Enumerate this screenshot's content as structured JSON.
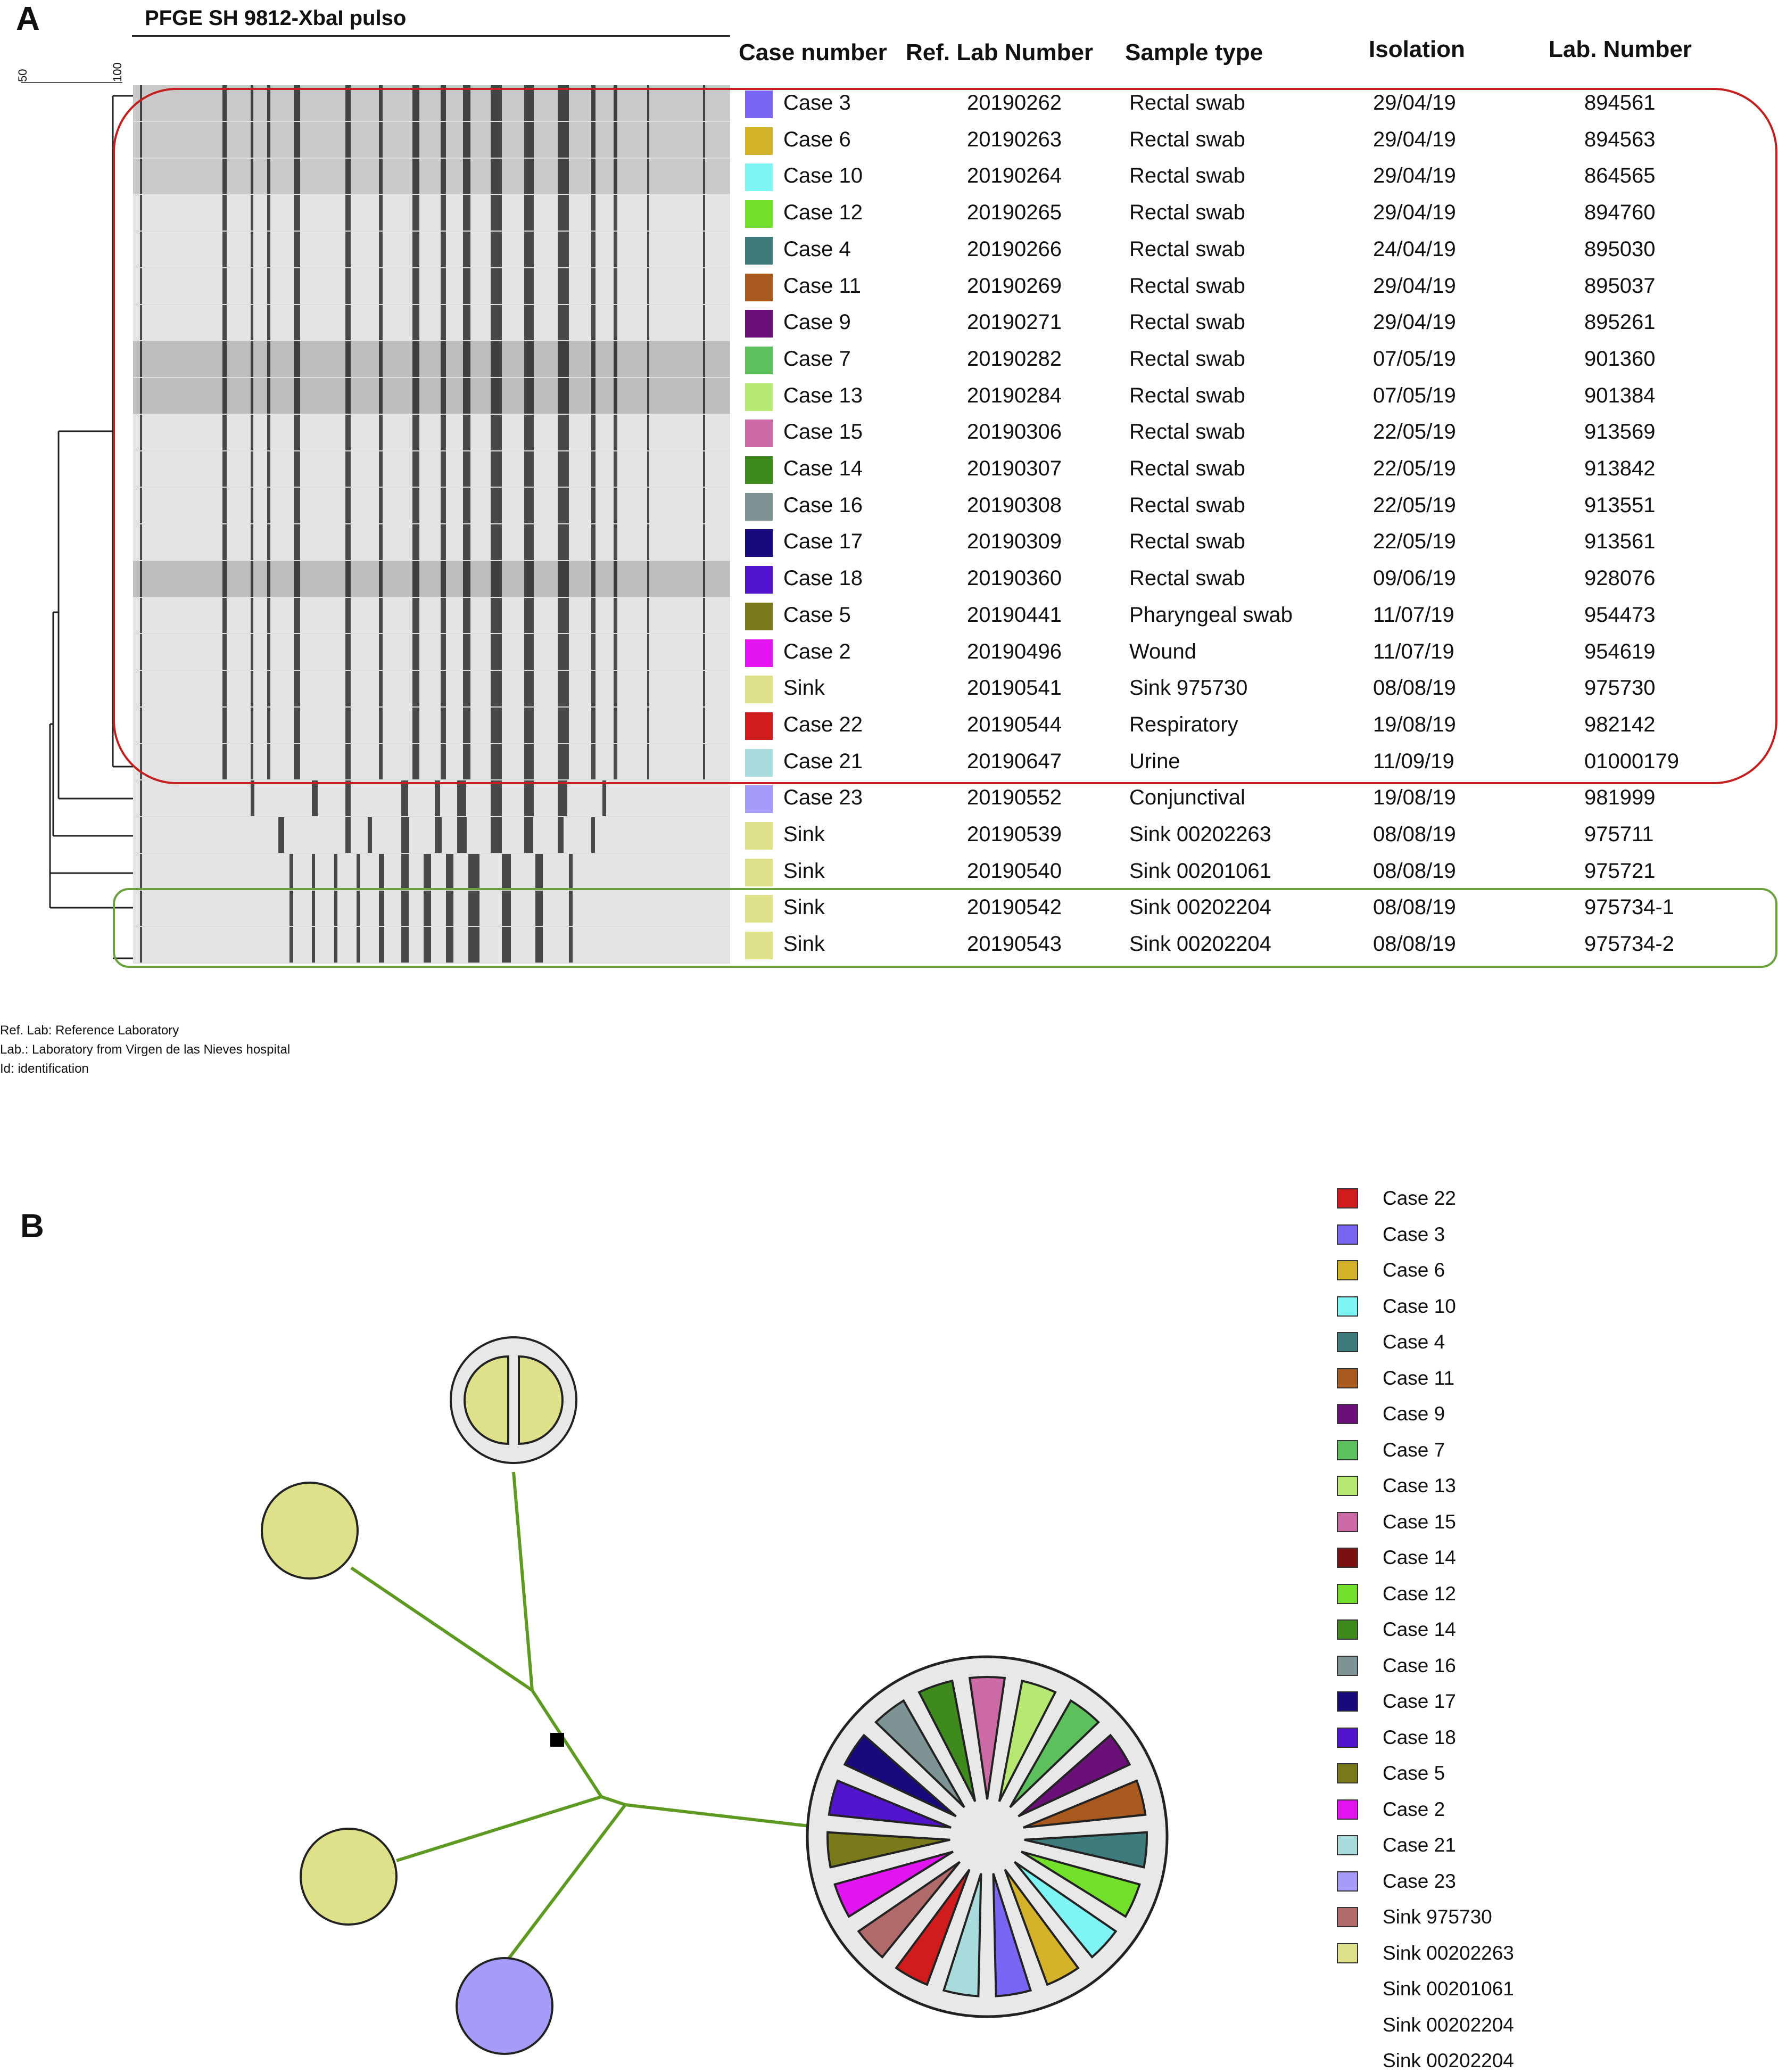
{
  "panelA": {
    "letter": "A",
    "gel_title": "PFGE SH 9812-XbaI pulso",
    "scale_labels": [
      "50",
      "100"
    ],
    "headers": {
      "case": "Case number",
      "ref": "Ref. Lab Number",
      "sample": "Sample type",
      "isolation": "Isolation",
      "lab": "Lab. Number"
    },
    "rows": [
      {
        "case": "Case 3",
        "color": "#7a66f4",
        "ref": "20190262",
        "sample": "Rectal swab",
        "isolation": "29/04/19",
        "lab": "894561"
      },
      {
        "case": "Case 6",
        "color": "#d4b22a",
        "ref": "20190263",
        "sample": "Rectal swab",
        "isolation": "29/04/19",
        "lab": "894563"
      },
      {
        "case": "Case 10",
        "color": "#7ef4f4",
        "ref": "20190264",
        "sample": "Rectal swab",
        "isolation": "29/04/19",
        "lab": "864565"
      },
      {
        "case": "Case 12",
        "color": "#72e02a",
        "ref": "20190265",
        "sample": "Rectal swab",
        "isolation": "29/04/19",
        "lab": "894760"
      },
      {
        "case": "Case 4",
        "color": "#3e7b7c",
        "ref": "20190266",
        "sample": "Rectal swab",
        "isolation": "24/04/19",
        "lab": "895030"
      },
      {
        "case": "Case 11",
        "color": "#a85a1e",
        "ref": "20190269",
        "sample": "Rectal swab",
        "isolation": "29/04/19",
        "lab": "895037"
      },
      {
        "case": "Case 9",
        "color": "#6a1078",
        "ref": "20190271",
        "sample": "Rectal swab",
        "isolation": "29/04/19",
        "lab": "895261"
      },
      {
        "case": "Case 7",
        "color": "#5cc05c",
        "ref": "20190282",
        "sample": "Rectal swab",
        "isolation": "07/05/19",
        "lab": "901360"
      },
      {
        "case": "Case 13",
        "color": "#b6e872",
        "ref": "20190284",
        "sample": "Rectal swab",
        "isolation": "07/05/19",
        "lab": "901384"
      },
      {
        "case": "Case 15",
        "color": "#cc6aa6",
        "ref": "20190306",
        "sample": "Rectal swab",
        "isolation": "22/05/19",
        "lab": "913569"
      },
      {
        "case": "Case 14",
        "color": "#3f8a1c",
        "ref": "20190307",
        "sample": "Rectal swab",
        "isolation": "22/05/19",
        "lab": "913842"
      },
      {
        "case": "Case 16",
        "color": "#7e9494",
        "ref": "20190308",
        "sample": "Rectal swab",
        "isolation": "22/05/19",
        "lab": "913551"
      },
      {
        "case": "Case 17",
        "color": "#160a7c",
        "ref": "20190309",
        "sample": "Rectal swab",
        "isolation": "22/05/19",
        "lab": "913561"
      },
      {
        "case": "Case 18",
        "color": "#5214cc",
        "ref": "20190360",
        "sample": "Rectal swab",
        "isolation": "09/06/19",
        "lab": "928076"
      },
      {
        "case": "Case 5",
        "color": "#7a7a1a",
        "ref": "20190441",
        "sample": "Pharyngeal swab",
        "isolation": "11/07/19",
        "lab": "954473"
      },
      {
        "case": "Case 2",
        "color": "#e214f2",
        "ref": "20190496",
        "sample": "Wound",
        "isolation": "11/07/19",
        "lab": "954619"
      },
      {
        "case": "Sink",
        "color": "#dfe08a",
        "ref": "20190541",
        "sample": "Sink 975730",
        "isolation": "08/08/19",
        "lab": "975730"
      },
      {
        "case": "Case 22",
        "color": "#d01c1c",
        "ref": "20190544",
        "sample": "Respiratory",
        "isolation": "19/08/19",
        "lab": "982142"
      },
      {
        "case": "Case 21",
        "color": "#a8dcdc",
        "ref": "20190647",
        "sample": "Urine",
        "isolation": "11/09/19",
        "lab": "01000179"
      },
      {
        "case": "Case 23",
        "color": "#a49cf8",
        "ref": "20190552",
        "sample": "Conjunctival",
        "isolation": "19/08/19",
        "lab": "981999"
      },
      {
        "case": "Sink",
        "color": "#dfe08a",
        "ref": "20190539",
        "sample": "Sink 00202263",
        "isolation": "08/08/19",
        "lab": "975711"
      },
      {
        "case": "Sink",
        "color": "#dfe08a",
        "ref": "20190540",
        "sample": "Sink 00201061",
        "isolation": "08/08/19",
        "lab": "975721"
      },
      {
        "case": "Sink",
        "color": "#dfe08a",
        "ref": "20190542",
        "sample": "Sink 00202204",
        "isolation": "08/08/19",
        "lab": "975734-1"
      },
      {
        "case": "Sink",
        "color": "#dfe08a",
        "ref": "20190543",
        "sample": "Sink 00202204",
        "isolation": "08/08/19",
        "lab": "975734-2"
      }
    ],
    "notes": [
      "Ref. Lab: Reference Laboratory",
      "Lab.: Laboratory from Virgen de las Nieves hospital",
      "Id: identification"
    ],
    "cluster_colors": {
      "red": "#c41e1e",
      "green": "#6aa13a"
    }
  },
  "panelB": {
    "letter": "B",
    "edge_color": "#5e9a22",
    "legend": [
      {
        "label": "Case 22",
        "color": "#d01c1c"
      },
      {
        "label": "Case 3",
        "color": "#7a66f4"
      },
      {
        "label": "Case 6",
        "color": "#d4b22a"
      },
      {
        "label": "Case 10",
        "color": "#7ef4f4"
      },
      {
        "label": "Case 4",
        "color": "#3e7b7c"
      },
      {
        "label": "Case 11",
        "color": "#a85a1e"
      },
      {
        "label": "Case 9",
        "color": "#6a1078"
      },
      {
        "label": "Case 7",
        "color": "#5cc05c"
      },
      {
        "label": "Case 13",
        "color": "#b6e872"
      },
      {
        "label": "Case 15",
        "color": "#cc6aa6"
      },
      {
        "label": "Case 14",
        "color": "#7a1010"
      },
      {
        "label": "Case 12",
        "color": "#72e02a"
      },
      {
        "label": "Case 14",
        "color": "#3f8a1c"
      },
      {
        "label": "Case 16",
        "color": "#7e9494"
      },
      {
        "label": "Case 17",
        "color": "#160a7c"
      },
      {
        "label": "Case 18",
        "color": "#5214cc"
      },
      {
        "label": "Case 5",
        "color": "#7a7a1a"
      },
      {
        "label": "Case 2",
        "color": "#e214f2"
      },
      {
        "label": "Case 21",
        "color": "#a8dcdc"
      },
      {
        "label": "Case 23",
        "color": "#a49cf8"
      },
      {
        "label": "Sink 975730",
        "color": "#b06a6a"
      },
      {
        "label": "Sink 00202263",
        "color": "#dfe08a"
      },
      {
        "label": "Sink 00201061",
        "color": ""
      },
      {
        "label": "Sink 00202204",
        "color": ""
      },
      {
        "label": "Sink 00202204",
        "color": ""
      }
    ],
    "nodes": [
      {
        "id": "top-double-sink",
        "fill": "#dfe08a",
        "members": 2
      },
      {
        "id": "left-upper-sink",
        "fill": "#dfe08a",
        "members": 1
      },
      {
        "id": "left-lower-sink",
        "fill": "#dfe08a",
        "members": 1
      },
      {
        "id": "bottom-case23",
        "fill": "#a49cf8",
        "members": 1
      },
      {
        "id": "big-cluster",
        "fill": "#e8e8e8",
        "members": 19
      }
    ],
    "pie_colors": [
      "#cc6aa6",
      "#b6e872",
      "#5cc05c",
      "#6a1078",
      "#a85a1e",
      "#3e7b7c",
      "#72e02a",
      "#7ef4f4",
      "#d4b22a",
      "#7a66f4",
      "#a8dcdc",
      "#d01c1c",
      "#b06a6a",
      "#e214f2",
      "#7a7a1a",
      "#5214cc",
      "#160a7c",
      "#7e9494",
      "#3f8a1c"
    ]
  }
}
